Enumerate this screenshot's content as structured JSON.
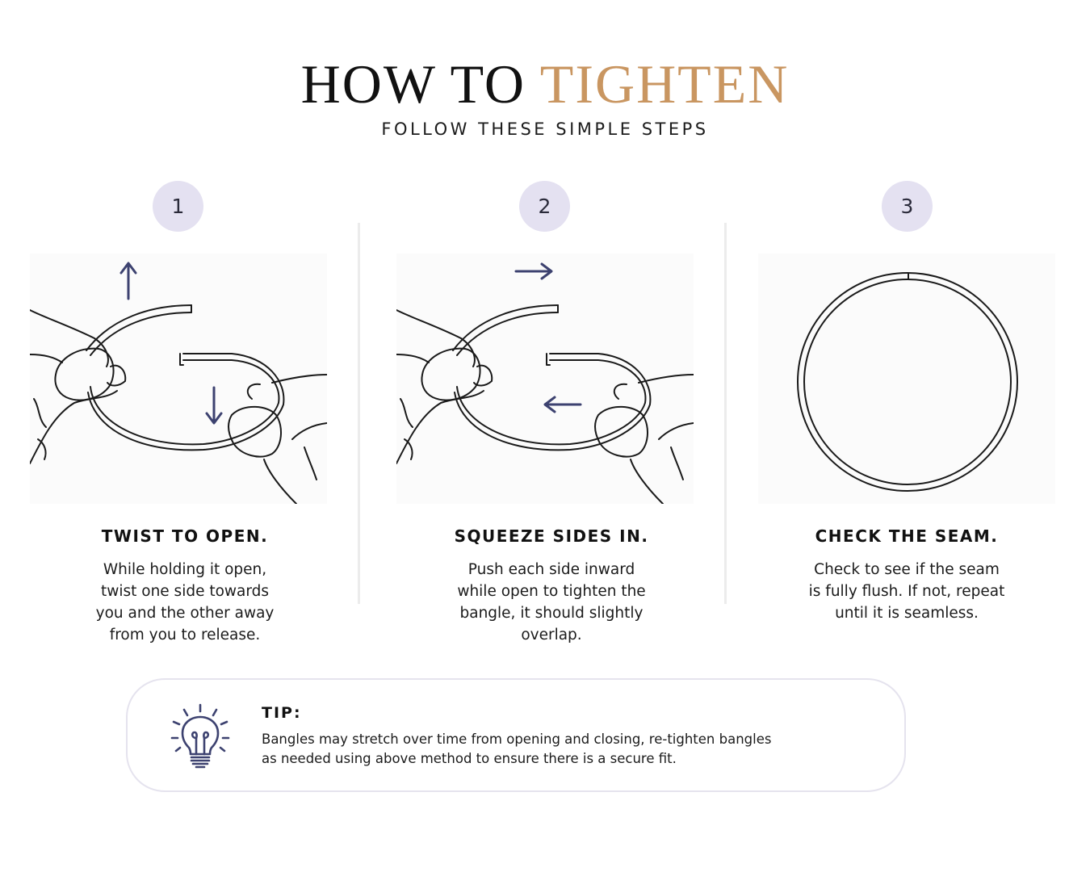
{
  "header": {
    "title_part1": "HOW TO",
    "title_part2": "TIGHTEN",
    "subtitle": "FOLLOW THESE SIMPLE STEPS"
  },
  "colors": {
    "accent": "#c99661",
    "badge_bg": "#e4e1f1",
    "arrow": "#3d4270",
    "tip_border": "#e5e3ee"
  },
  "steps": [
    {
      "number": "1",
      "title": "TWIST TO OPEN.",
      "description": "While holding it open,\ntwist one side towards\nyou and the other away\nfrom you to release.",
      "illustration": "hands-twisting-bangle"
    },
    {
      "number": "2",
      "title": "SQUEEZE SIDES IN.",
      "description": "Push each side inward\nwhile open to tighten the\nbangle, it should slightly\noverlap.",
      "illustration": "hands-squeezing-bangle"
    },
    {
      "number": "3",
      "title": "CHECK THE SEAM.",
      "description": "Check to see if the seam\nis fully flush. If not, repeat\nuntil it is seamless.",
      "illustration": "closed-bangle"
    }
  ],
  "tip": {
    "icon": "lightbulb-icon",
    "title": "TIP:",
    "text": "Bangles may stretch over time from opening and closing, re-tighten bangles\nas needed using above method to ensure there is a secure fit."
  }
}
